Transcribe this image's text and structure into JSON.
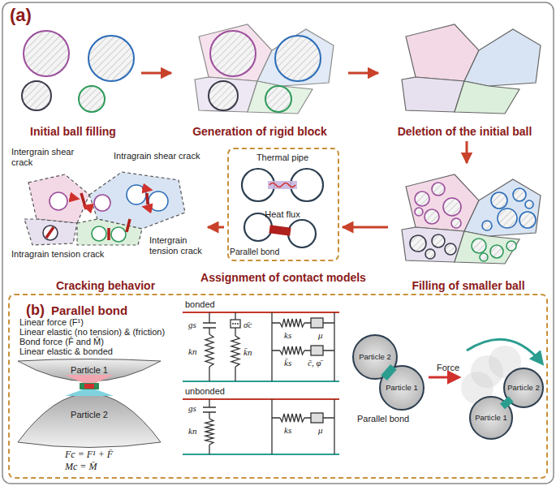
{
  "diagram": {
    "nodes": [
      {
        "text": [
          "Initial ball filling"
        ]
      },
      {
        "text": [
          "Generation of rigid block"
        ]
      },
      {
        "text": [
          "Deletion of the initial ball"
        ]
      },
      {
        "text": [
          "Filling of smaller ball"
        ]
      },
      {
        "text": [
          "Assignment of contact models"
        ]
      },
      {
        "text": [
          "Cracking behavior"
        ]
      },
      {
        "text": [
          "(b)",
          "Parallel bond"
        ]
      }
    ],
    "edges": [
      {
        "from": 0,
        "to": 1,
        "arrow": "to"
      },
      {
        "from": 1,
        "to": 2,
        "arrow": "to"
      },
      {
        "from": 2,
        "to": 3,
        "arrow": "to"
      },
      {
        "from": 3,
        "to": 4,
        "arrow": "to"
      },
      {
        "from": 4,
        "to": 5,
        "arrow": "to"
      }
    ],
    "labels": [
      "(a)",
      "Thermal pipe",
      "Heat flux",
      "Parallel bond",
      "Intergrain shear crack",
      "Intragrain shear crack",
      "Intergrain tension crack",
      "Intragrain tension crack",
      "Linear force (F¹)",
      "Linear elastic (no tension) & (friction)",
      "Bond force (F̄ and M̄)",
      "Linear elastic & bonded",
      "Particle 1",
      "Particle 2",
      "Fc = F¹ + F̄",
      "Mc = M̄",
      "bonded",
      "gs",
      "kn",
      "σ̄c",
      "k̄n",
      "ks",
      "μ",
      "k̄s",
      "c̄, φ̄",
      "unbonded",
      "gs",
      "kn",
      "ks",
      "μ",
      "Particle 2",
      "Particle 1",
      "Parallel bond",
      "Force",
      "Particle 1",
      "Particle 2"
    ]
  }
}
